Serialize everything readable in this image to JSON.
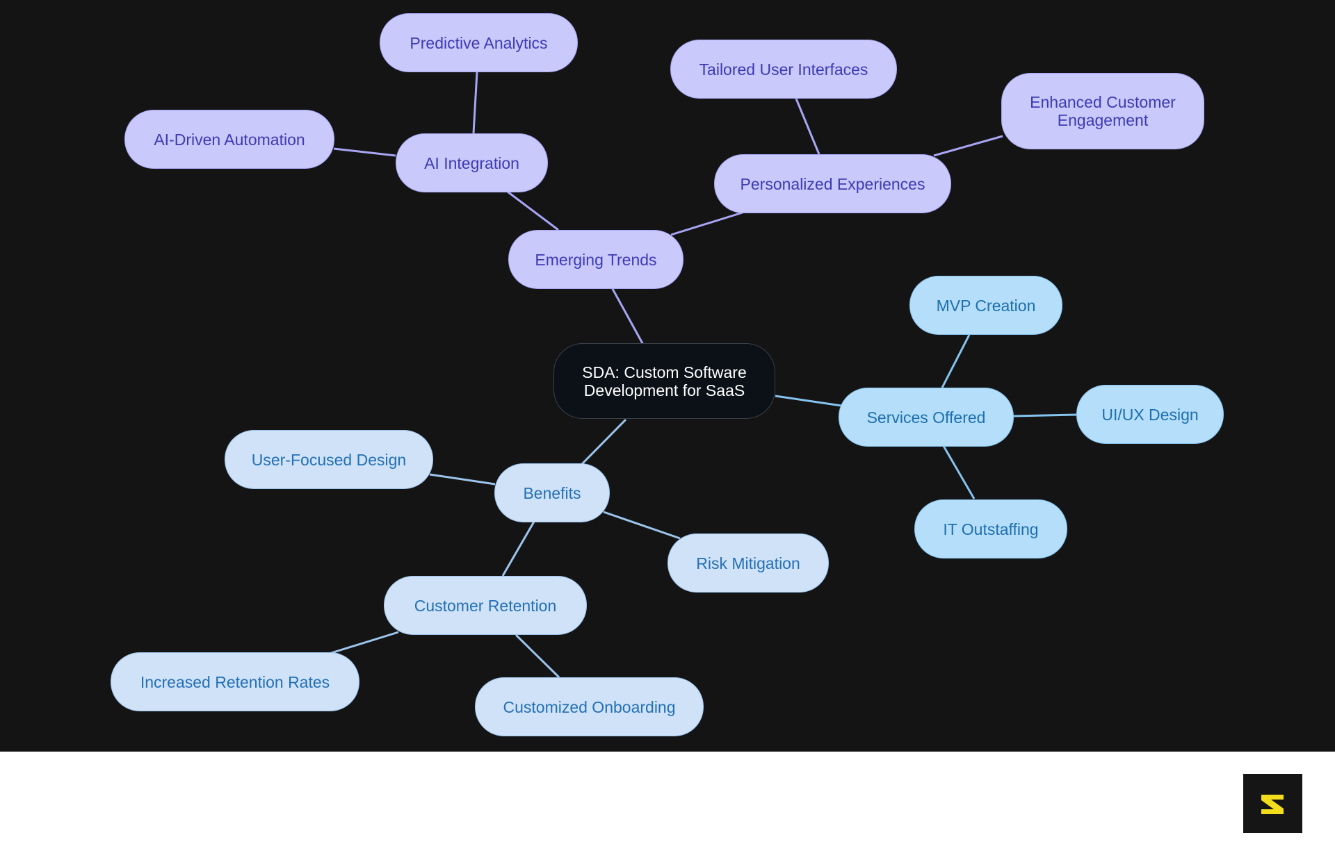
{
  "diagram": {
    "type": "mind-map",
    "root": "SDA: Custom Software Development for SaaS",
    "branches": {
      "emerging_trends": {
        "label": "Emerging Trends",
        "ai_integration": {
          "label": "AI Integration",
          "children": [
            "Predictive Analytics",
            "AI-Driven Automation"
          ]
        },
        "personalized_experiences": {
          "label": "Personalized Experiences",
          "children": [
            "Tailored User Interfaces",
            "Enhanced Customer Engagement"
          ]
        }
      },
      "services_offered": {
        "label": "Services Offered",
        "children": [
          "MVP Creation",
          "UI/UX Design",
          "IT Outstaffing"
        ]
      },
      "benefits": {
        "label": "Benefits",
        "children": [
          "User-Focused Design",
          "Risk Mitigation"
        ],
        "customer_retention": {
          "label": "Customer Retention",
          "children": [
            "Increased Retention Rates",
            "Customized Onboarding"
          ]
        }
      }
    },
    "colors": {
      "background": "#141414",
      "root_fill": "#0c1118",
      "purple_fill": "#c9c9fb",
      "purple_text": "#3d3bb4",
      "purple_edge": "#a7a5f4",
      "sky_fill": "#b4def9",
      "sky_text": "#1f6fae",
      "sky_edge": "#86c4ef",
      "pale_fill": "#cfe2f8",
      "pale_text": "#2470b6",
      "pale_edge": "#9cc4ec",
      "logo_bg": "#151515",
      "logo_fg": "#f2dd1d"
    }
  },
  "footer": {
    "logo_icon": "s-logo-icon"
  }
}
